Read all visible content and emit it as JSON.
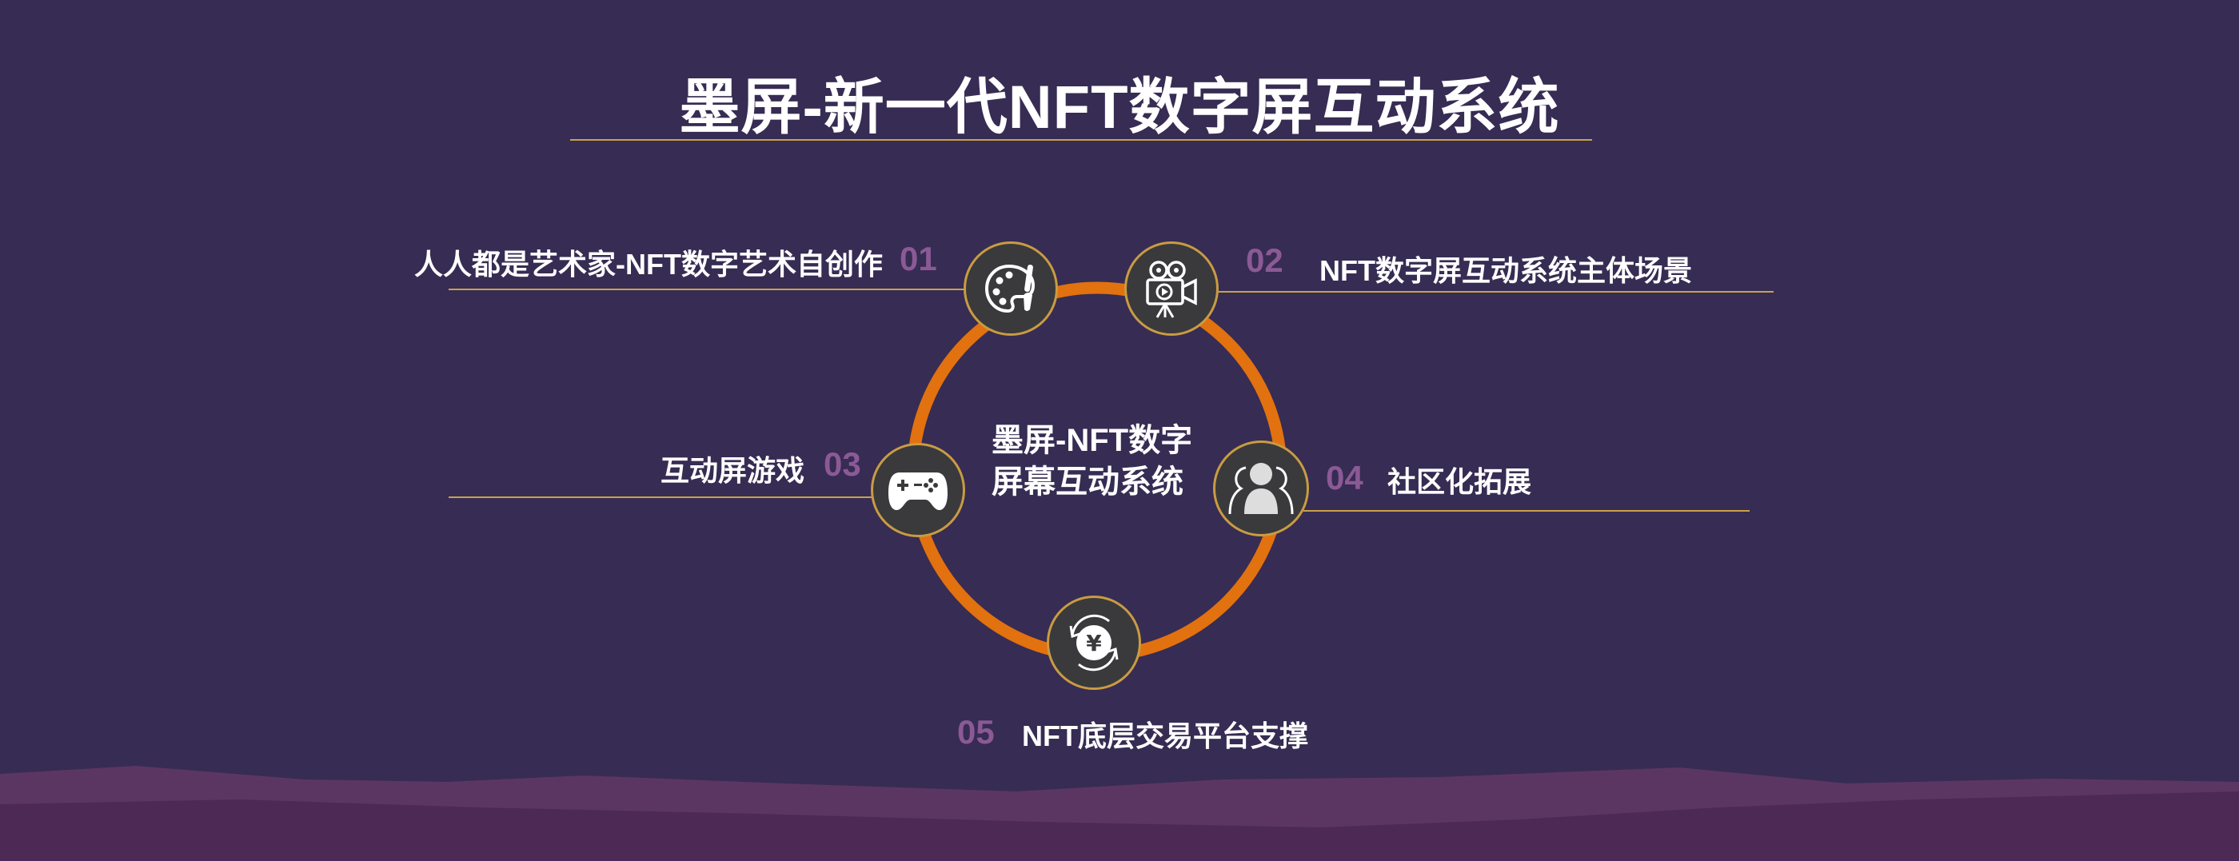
{
  "title": "墨屏-新一代NFT数字屏互动系统",
  "center": {
    "line1": "墨屏-NFT数字",
    "line2": "屏幕互动系统"
  },
  "items": [
    {
      "num": "01",
      "label": "人人都是艺术家-NFT数字艺术自创作",
      "icon": "palette-icon"
    },
    {
      "num": "02",
      "label": "NFT数字屏互动系统主体场景",
      "icon": "film-camera-icon"
    },
    {
      "num": "03",
      "label": "互动屏游戏",
      "icon": "gamepad-icon"
    },
    {
      "num": "04",
      "label": "社区化拓展",
      "icon": "community-icon"
    },
    {
      "num": "05",
      "label": "NFT底层交易平台支撑",
      "icon": "yen-exchange-icon"
    }
  ],
  "colors": {
    "background": "#372c53",
    "ring": "#e2710f",
    "accent_line": "#c9a24a",
    "number": "#8b5a96",
    "node_fill": "#3a3a3c",
    "hill_light": "#5c3663",
    "hill_dark": "#4c2a55"
  }
}
